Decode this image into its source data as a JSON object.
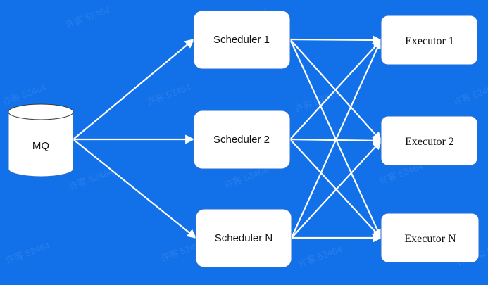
{
  "nodes": {
    "mq": "MQ",
    "scheduler_1": "Scheduler  1",
    "scheduler_2": "Scheduler  2",
    "scheduler_n": "Scheduler  N",
    "executor_1": "Executor 1",
    "executor_2": "Executor 2",
    "executor_n": "Executor N"
  },
  "edges": [
    [
      "mq",
      "scheduler_1"
    ],
    [
      "mq",
      "scheduler_2"
    ],
    [
      "mq",
      "scheduler_n"
    ],
    [
      "scheduler_1",
      "executor_1"
    ],
    [
      "scheduler_1",
      "executor_2"
    ],
    [
      "scheduler_1",
      "executor_n"
    ],
    [
      "scheduler_2",
      "executor_1"
    ],
    [
      "scheduler_2",
      "executor_2"
    ],
    [
      "scheduler_2",
      "executor_n"
    ],
    [
      "scheduler_n",
      "executor_1"
    ],
    [
      "scheduler_n",
      "executor_2"
    ],
    [
      "scheduler_n",
      "executor_n"
    ]
  ],
  "watermark": "许客 52464",
  "colors": {
    "background": "#1271e8",
    "edge": "#ffffff",
    "node_fill": "#ffffff"
  }
}
